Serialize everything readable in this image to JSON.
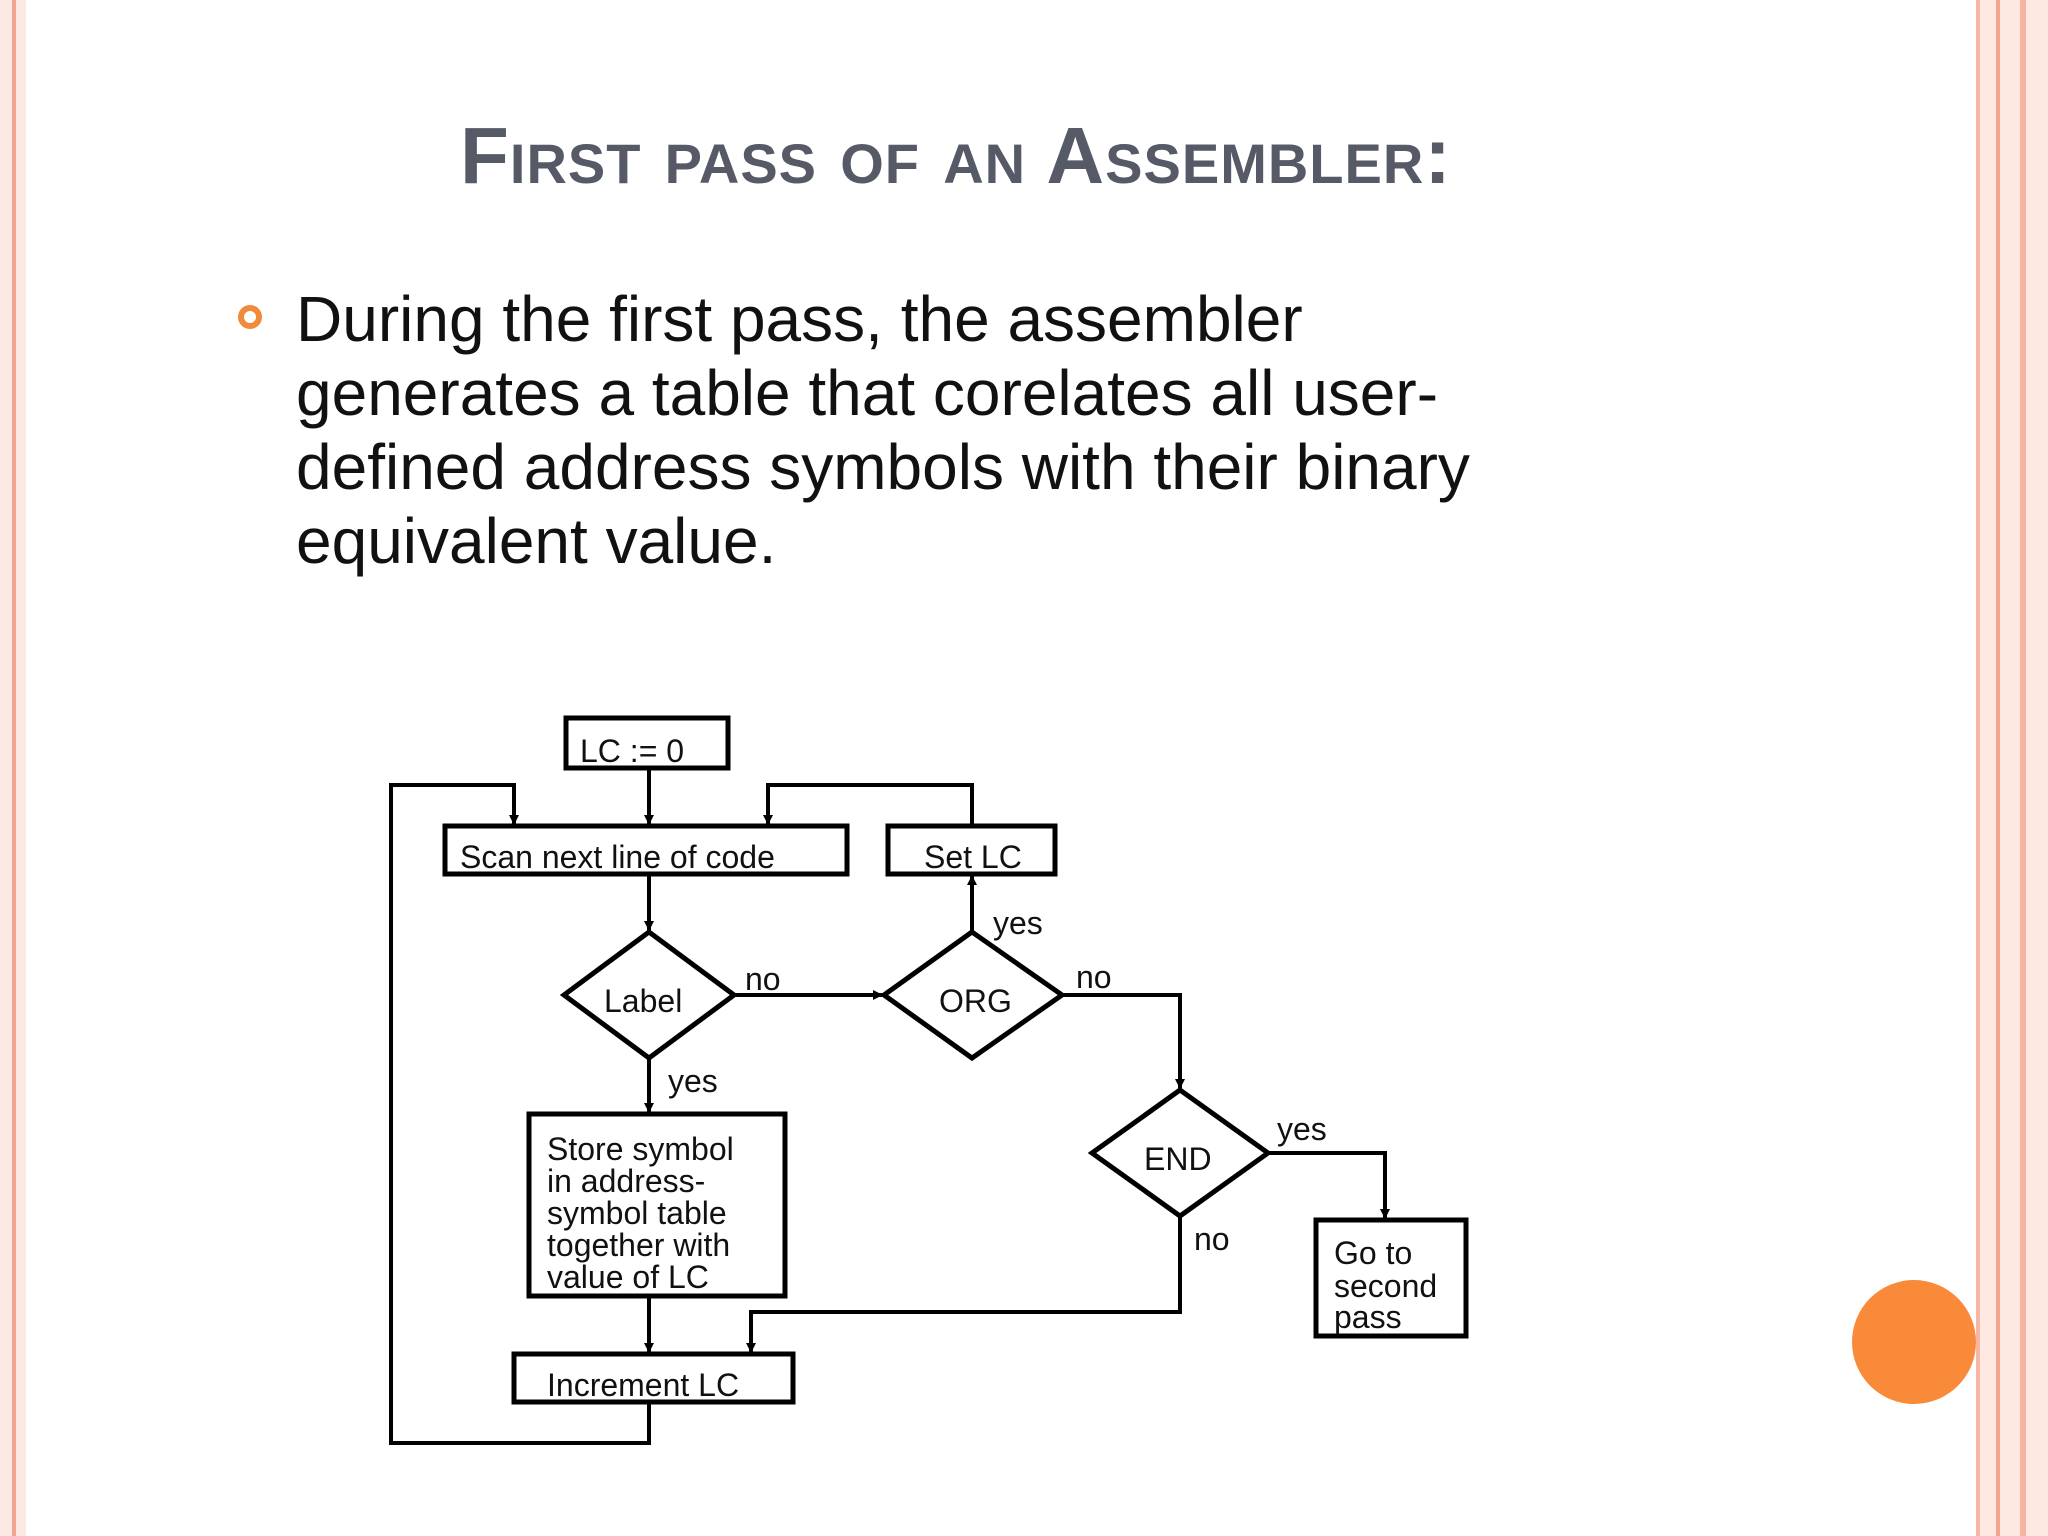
{
  "slide": {
    "title": "First pass of an Assembler:",
    "bullet": "During the first pass, the assembler\ngenerates a table that corelates all user-\ndefined address symbols with their binary\nequivalent value."
  },
  "flowchart": {
    "lc_init": "LC := 0",
    "scan": "Scan next line of code",
    "set_lc": "Set LC",
    "label_decision": "Label",
    "org_decision": "ORG",
    "end_decision": "END",
    "store_symbol_lines": [
      "Store symbol",
      "in address-",
      "symbol table",
      "together with",
      "value of LC"
    ],
    "increment": "Increment LC",
    "second_pass_lines": [
      "Go to",
      "second",
      "pass"
    ],
    "label_no": "no",
    "label_yes": "yes",
    "org_yes": "yes",
    "org_no": "no",
    "end_yes": "yes",
    "end_no": "no"
  },
  "colors": {
    "title": "#555a66",
    "bullet": "#f08a3c",
    "accent_circle": "#f88a3a"
  }
}
